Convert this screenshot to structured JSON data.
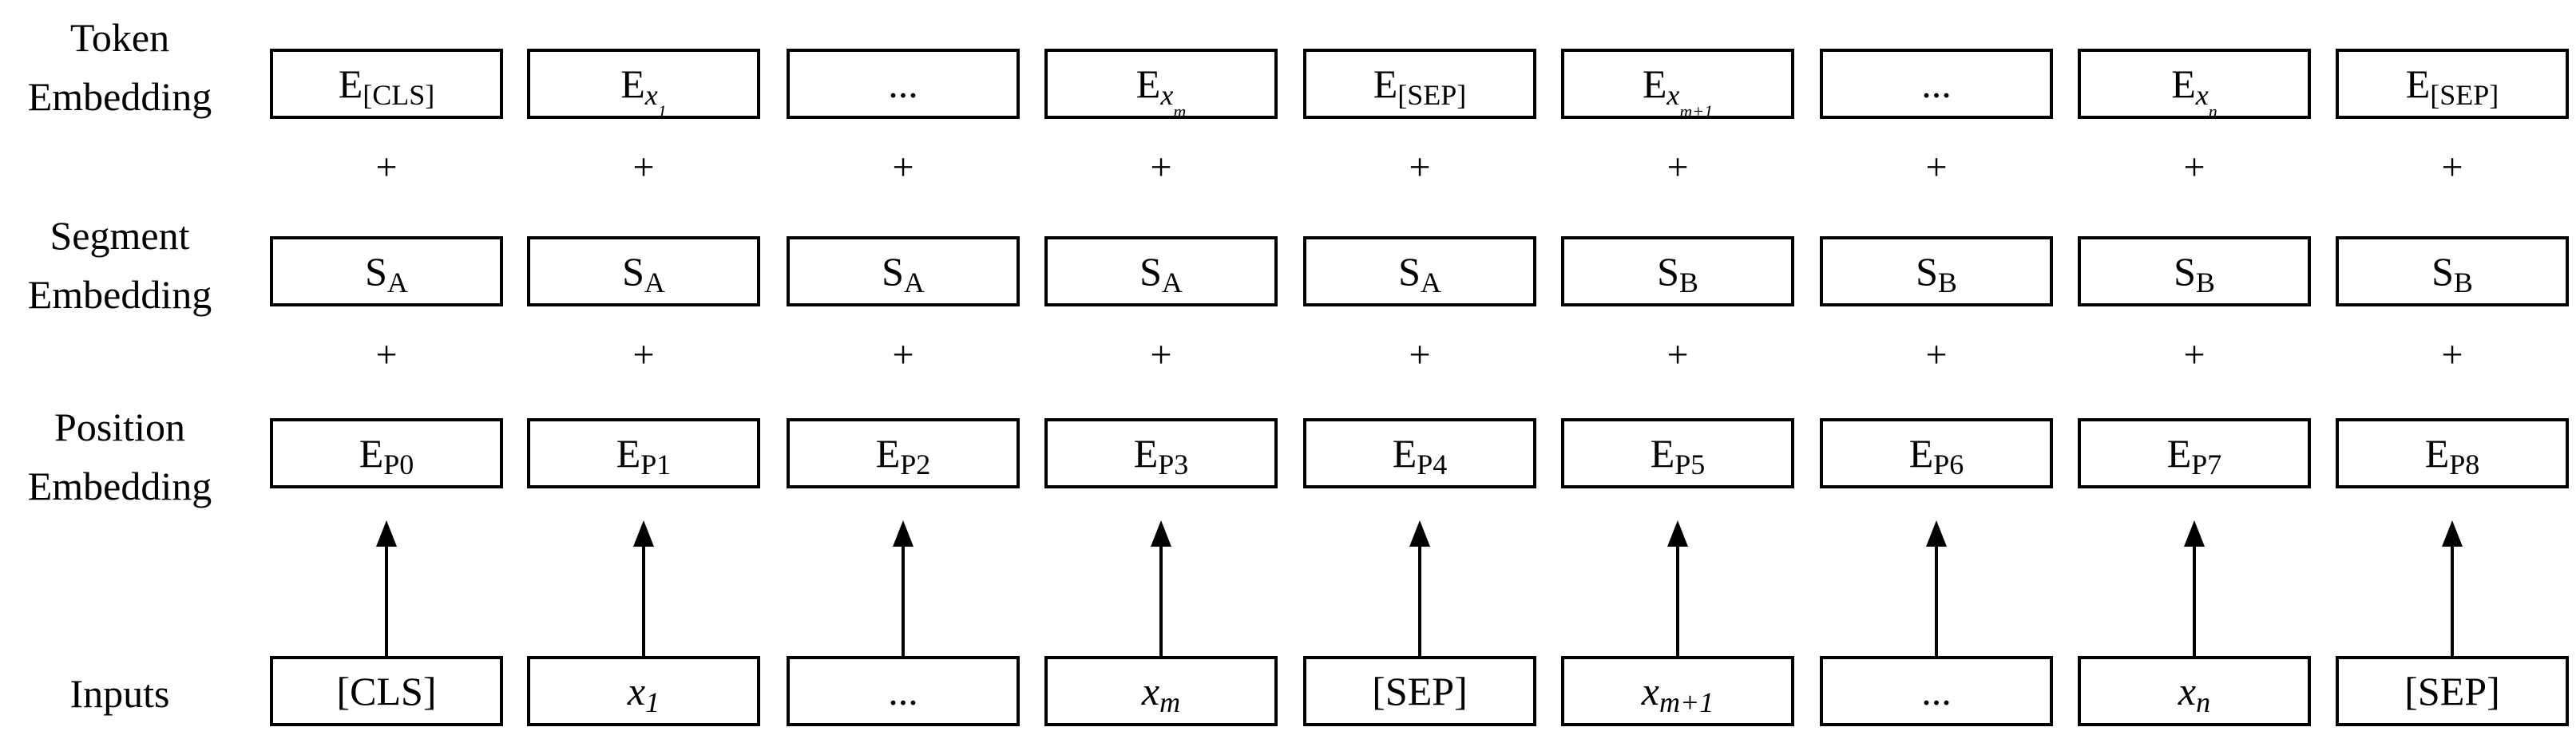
{
  "row_labels": {
    "token": [
      "Token",
      "Embedding"
    ],
    "segment": [
      "Segment",
      "Embedding"
    ],
    "position": [
      "Position",
      "Embedding"
    ],
    "inputs": "Inputs"
  },
  "token_embedding": [
    {
      "base": "E",
      "sub": "[CLS]"
    },
    {
      "base": "E",
      "sub": "x",
      "subsub": "1"
    },
    {
      "base": "...",
      "sub": ""
    },
    {
      "base": "E",
      "sub": "x",
      "subsub": "m"
    },
    {
      "base": "E",
      "sub": "[SEP]"
    },
    {
      "base": "E",
      "sub": "x",
      "subsub": "m+1"
    },
    {
      "base": "...",
      "sub": ""
    },
    {
      "base": "E",
      "sub": "x",
      "subsub": "n"
    },
    {
      "base": "E",
      "sub": "[SEP]"
    }
  ],
  "segment_embedding": [
    {
      "base": "S",
      "sub": "A"
    },
    {
      "base": "S",
      "sub": "A"
    },
    {
      "base": "S",
      "sub": "A"
    },
    {
      "base": "S",
      "sub": "A"
    },
    {
      "base": "S",
      "sub": "A"
    },
    {
      "base": "S",
      "sub": "B"
    },
    {
      "base": "S",
      "sub": "B"
    },
    {
      "base": "S",
      "sub": "B"
    },
    {
      "base": "S",
      "sub": "B"
    }
  ],
  "position_embedding": [
    {
      "base": "E",
      "sub": "P0"
    },
    {
      "base": "E",
      "sub": "P1"
    },
    {
      "base": "E",
      "sub": "P2"
    },
    {
      "base": "E",
      "sub": "P3"
    },
    {
      "base": "E",
      "sub": "P4"
    },
    {
      "base": "E",
      "sub": "P5"
    },
    {
      "base": "E",
      "sub": "P6"
    },
    {
      "base": "E",
      "sub": "P7"
    },
    {
      "base": "E",
      "sub": "P8"
    }
  ],
  "inputs": [
    {
      "base": "[CLS]",
      "sub": "",
      "italic": false
    },
    {
      "base": "x",
      "sub": "1",
      "italic": true
    },
    {
      "base": "...",
      "sub": "",
      "italic": false
    },
    {
      "base": "x",
      "sub": "m",
      "italic": true
    },
    {
      "base": "[SEP]",
      "sub": "",
      "italic": false
    },
    {
      "base": "x",
      "sub": "m+1",
      "italic": true
    },
    {
      "base": "...",
      "sub": "",
      "italic": false
    },
    {
      "base": "x",
      "sub": "n",
      "italic": true
    },
    {
      "base": "[SEP]",
      "sub": "",
      "italic": false
    }
  ],
  "operator": "+"
}
